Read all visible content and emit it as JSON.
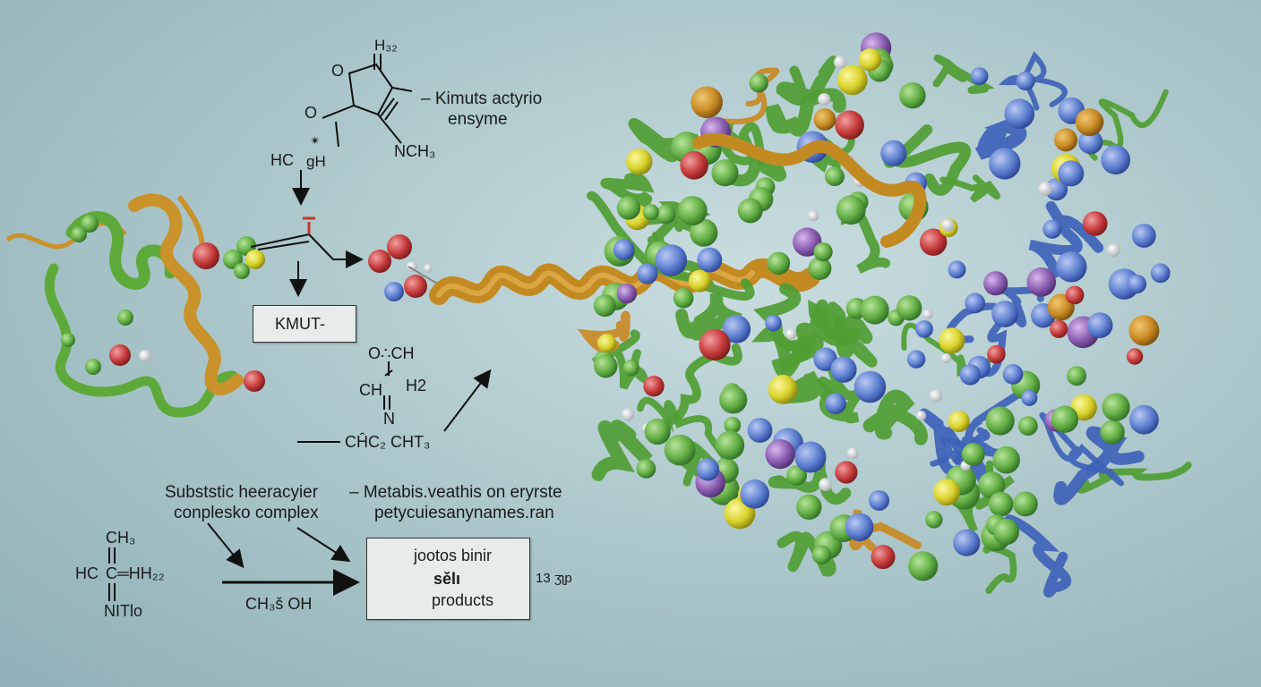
{
  "top_molecule": {
    "h2": "H₃₂",
    "o_top": "O",
    "o_left": "O",
    "hc": "HC",
    "gh": "ɡH",
    "glyph": "✴",
    "nch3": "NCH₃"
  },
  "enzyme_caption": {
    "line1": "– Kimuts actyrio",
    "line2": "ensyme"
  },
  "kmut_box": {
    "label": "KMUT-"
  },
  "middle_molecule": {
    "och": "O∴CH",
    "ch": "CH",
    "h2": "H2",
    "n": "N",
    "chain": "CĤC₂ CHT₃"
  },
  "substrate_caption": {
    "line1": "Subststic heeracyier",
    "line2": "conplesko complex"
  },
  "metabolism_caption": {
    "line1": "– Metabis.veathis on eryrste",
    "line2": "petycuiesanynames.ran"
  },
  "bottom_molecule": {
    "ch3": "CH₃",
    "hc": "HC",
    "c_hh": "C═HH₂₂",
    "ntio": "NITlo",
    "ch3oh": "CH₃š OH"
  },
  "products_box": {
    "line1": "jootos binir",
    "line2": "sělı",
    "line3": "products"
  },
  "side_note": "13 ʒʅp",
  "colors": {
    "green": "#5daa3a",
    "gold": "#c99224",
    "blue": "#4a6fc4",
    "red": "#c63b3b",
    "yellow": "#d8d22a",
    "purple": "#8a5cb0",
    "background": "#b8d0d3"
  }
}
